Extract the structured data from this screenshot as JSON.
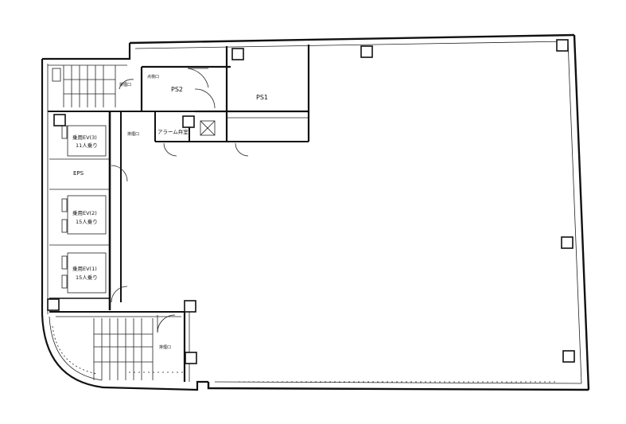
{
  "labels": {
    "ps1": "PS1",
    "ps2": "PS2",
    "eps": "EPS",
    "alarm": "アラーム弁室",
    "ev3_name": "乗用EV(3)",
    "ev3_cap": "11人乗り",
    "ev2_name": "乗用EV(2)",
    "ev2_cap": "15人乗り",
    "ev1_name": "乗用EV(1)",
    "ev1_cap": "15人乗り",
    "inspection": "点検口",
    "exhaust": "排煙口",
    "smoke_top": "排煙口",
    "smoke_bottom": "排煙口"
  }
}
